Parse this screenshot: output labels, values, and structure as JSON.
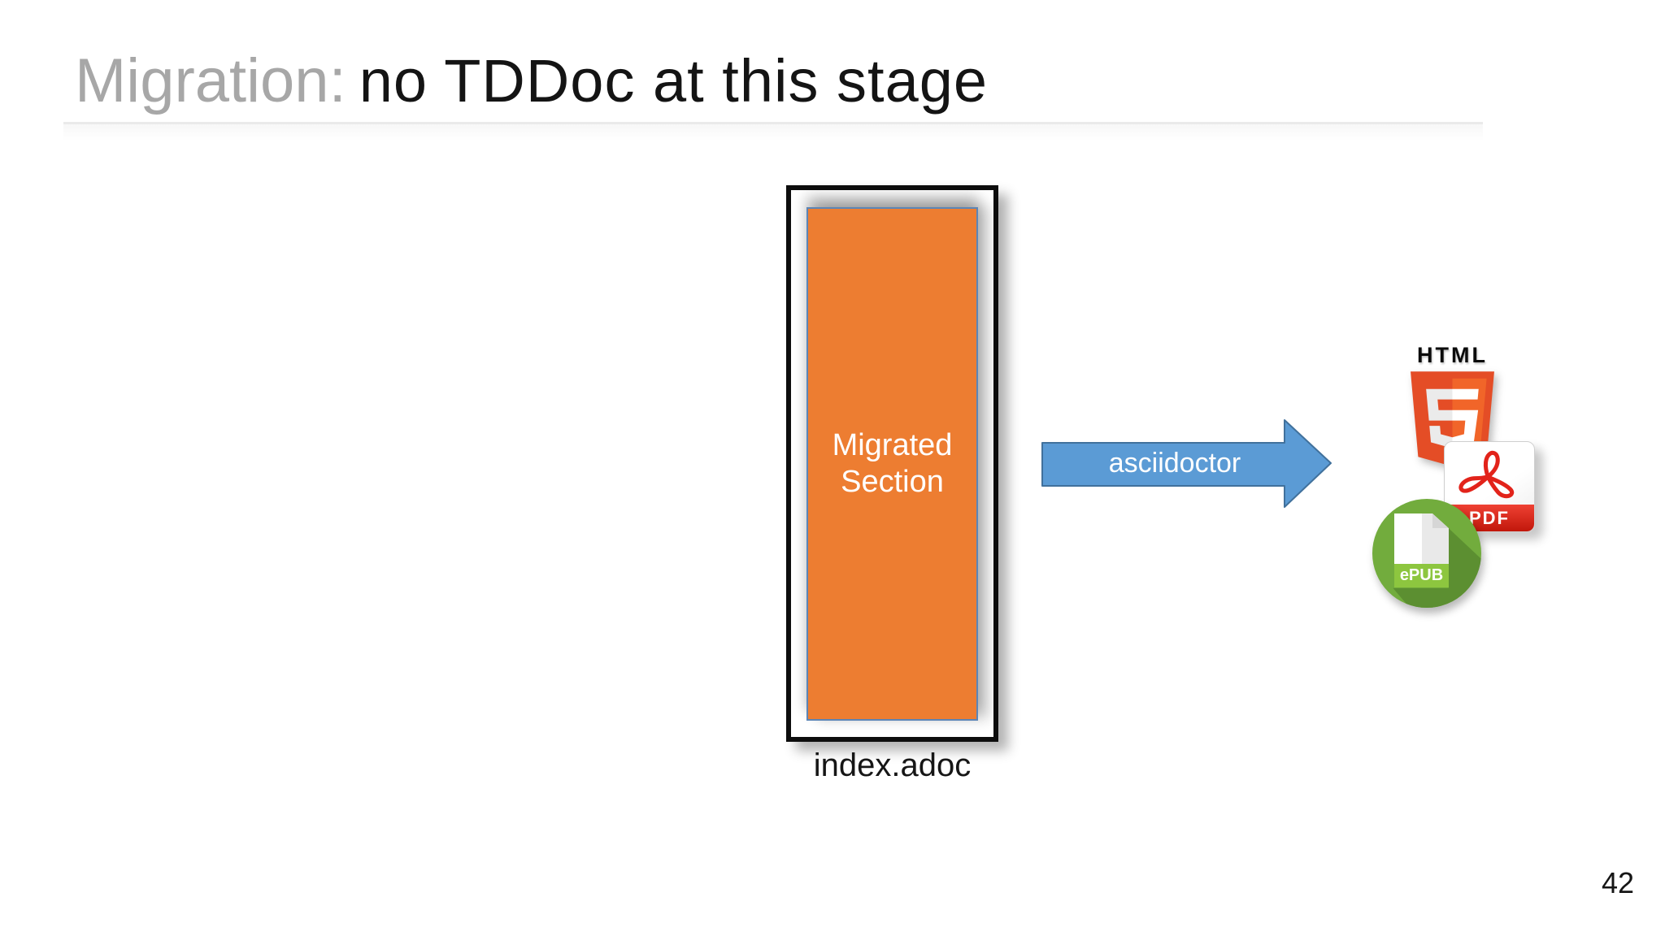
{
  "slide": {
    "title_prefix": "Migration:",
    "title_main": "no TDDoc at this stage",
    "page_number": "42"
  },
  "diagram": {
    "source_box": {
      "section_label": "Migrated\nSection",
      "caption": "index.adoc"
    },
    "arrow_label": "asciidoctor",
    "outputs": {
      "html5_label": "HTML",
      "pdf_label": "PDF",
      "epub_label": "ePUB"
    }
  },
  "icons": {
    "arrow": "right-arrow",
    "html5": "html5-shield",
    "pdf": "acrobat-pdf-file",
    "epub": "epub-circle-file"
  },
  "colors": {
    "background": "#ffffff",
    "title_gray": "#a7a7a7",
    "title_black": "#141414",
    "title_rule": "#eaeaea",
    "frame_border": "#0d0d0d",
    "section_orange": "#ED7D31",
    "section_border_blue": "#5c85b6",
    "arrow_blue": "#5B9BD5",
    "arrow_border_blue": "#41719C",
    "html5_orange_dark": "#E44D26",
    "html5_orange_light": "#F16529",
    "pdf_red": "#E2231A",
    "epub_green": "#72AC3D",
    "epub_band_green": "#8DC63F",
    "epub_shadow_green": "#5C8F31"
  }
}
